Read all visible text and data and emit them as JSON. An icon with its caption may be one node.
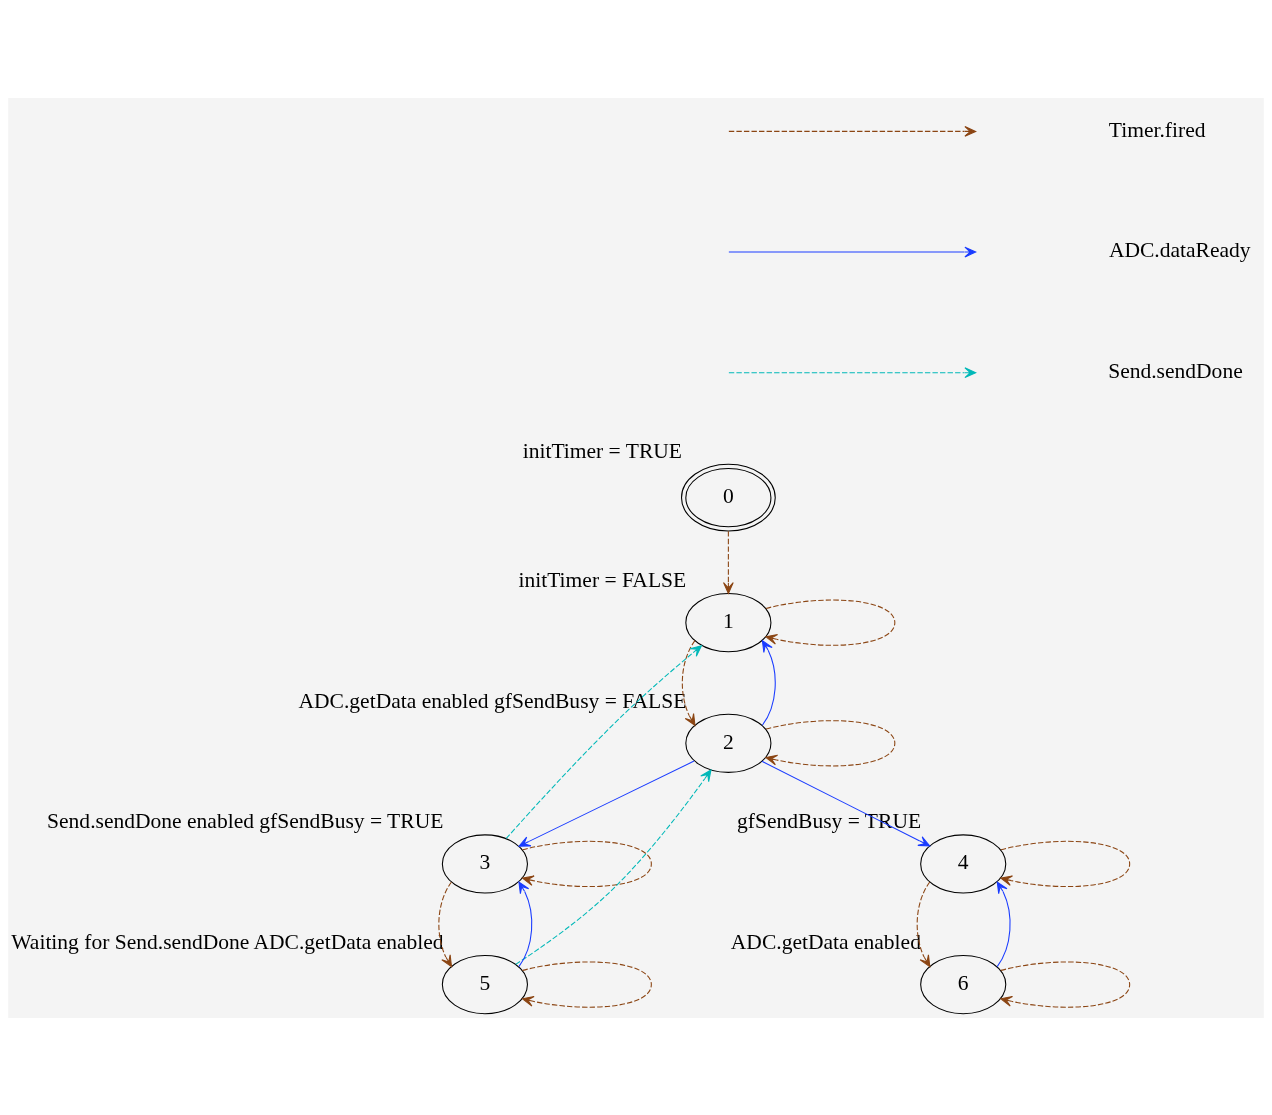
{
  "diagram": {
    "nodes": [
      {
        "text": [
          "0"
        ],
        "beside": [
          "initTimer = TRUE"
        ]
      },
      {
        "text": [
          "1"
        ],
        "beside": [
          "initTimer = FALSE"
        ]
      },
      {
        "text": [
          "2"
        ],
        "beside": [
          "ADC.getData enabled gfSendBusy = FALSE"
        ]
      },
      {
        "text": [
          "3"
        ],
        "beside": [
          "Send.sendDone enabled gfSendBusy = TRUE"
        ]
      },
      {
        "text": [
          "4"
        ],
        "beside": [
          "gfSendBusy = TRUE"
        ]
      },
      {
        "text": [
          "6"
        ],
        "beside": [
          "ADC.getData enabled"
        ]
      },
      {
        "text": [
          "5"
        ],
        "beside": [
          "Waiting for Send.sendDone ADC.getData enabled"
        ]
      }
    ],
    "edges": [
      {
        "from": 0,
        "to": 1,
        "arrow": "to",
        "style": "dashed"
      },
      {
        "from": 1,
        "to": 1,
        "arrow": "to",
        "style": "dashed"
      },
      {
        "from": 1,
        "to": 2,
        "arrow": "to",
        "style": "dashed"
      },
      {
        "from": 2,
        "to": 1,
        "arrow": "to",
        "color": "#1a3cff"
      },
      {
        "from": 2,
        "to": 2,
        "arrow": "to",
        "style": "dashed"
      },
      {
        "from": 2,
        "to": 4,
        "arrow": "to",
        "color": "#1a3cff"
      },
      {
        "from": 2,
        "to": 3,
        "arrow": "to",
        "color": "#1a3cff"
      },
      {
        "from": 3,
        "to": 1,
        "arrow": "to",
        "style": "dashed",
        "color": "#00b8b8"
      },
      {
        "from": 3,
        "to": 3,
        "arrow": "to",
        "style": "dashed"
      },
      {
        "from": 3,
        "to": 6,
        "arrow": "to",
        "style": "dashed"
      },
      {
        "from": 4,
        "to": 4,
        "arrow": "to",
        "style": "dashed"
      },
      {
        "from": 4,
        "to": 5,
        "arrow": "to",
        "style": "dashed"
      },
      {
        "from": 5,
        "to": 4,
        "arrow": "to",
        "color": "#1a3cff"
      },
      {
        "from": 5,
        "to": 5,
        "arrow": "to",
        "style": "dashed"
      },
      {
        "from": 6,
        "to": 2,
        "arrow": "to",
        "style": "dashed",
        "color": "#00b8b8"
      },
      {
        "from": 6,
        "to": 3,
        "arrow": "to",
        "color": "#1a3cff"
      },
      {
        "from": 6,
        "to": 6,
        "arrow": "to",
        "style": "dashed"
      }
    ],
    "legend": [
      {
        "text": "Timer.fired"
      },
      {
        "text": "ADC.dataReady"
      },
      {
        "text": "Send.sendDone"
      }
    ]
  }
}
